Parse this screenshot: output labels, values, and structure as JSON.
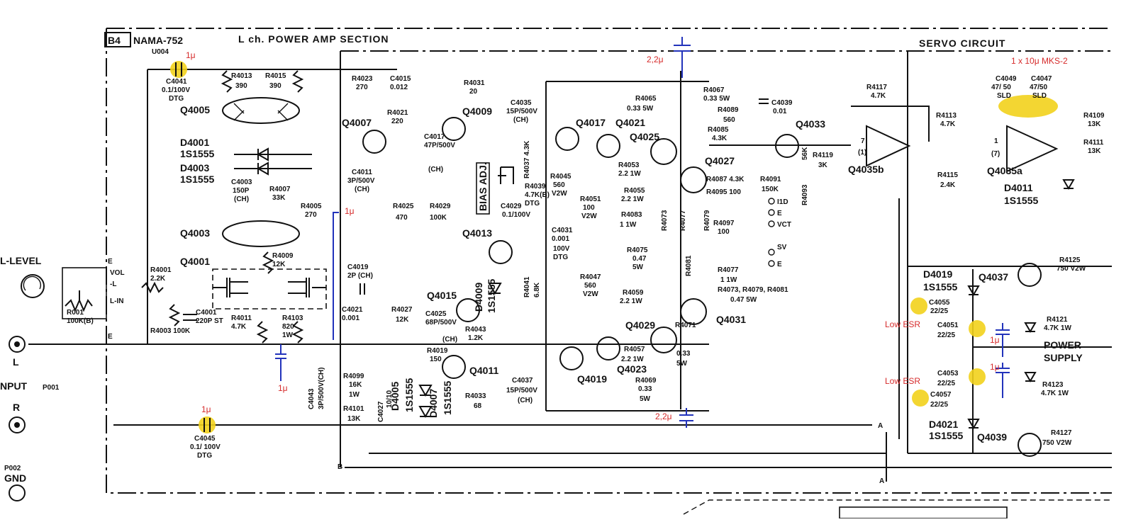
{
  "header": {
    "sheet_id": "B4",
    "board": "NAMA-752",
    "section": "L ch. POWER AMP SECTION",
    "ref": "U004"
  },
  "annotations": {
    "c4041_mod": "1μ",
    "c4045_mod": "1μ",
    "mod_1u_a": "1μ",
    "mod_1u_b": "1μ",
    "mod_1u_c": "1μ",
    "mod_1u_d": "1μ",
    "mod_2u2_top": "2,2μ",
    "mod_2u2_bottom": "2,2μ",
    "servo_cap": "1 x 10μ  MKS-2",
    "low_esr": "Low ESR",
    "highlight_color": "#f2d21c",
    "annotation_color": "#d62b2b",
    "added_wire_color": "#2233bb"
  },
  "input": {
    "level_label": "L-LEVEL",
    "term_e": "E",
    "term_vol": "VOL",
    "term_l": "-L",
    "term_lin": "L-IN",
    "jack_l": "L",
    "input_label": "NPUT",
    "input_ref": "P001",
    "jack_r": "R",
    "gnd_ref": "P002",
    "gnd_label": "GND"
  },
  "terminals": {
    "id": "I1D",
    "e": "E",
    "vct": "VCT",
    "sv": "SV"
  },
  "buses": {
    "a": "A",
    "b": "B"
  },
  "components": {
    "r001": "R001",
    "r001_value": "100K(B)",
    "r4001": "R4001",
    "r4001_value": "2.2K",
    "r4003": "R4003 100K",
    "c4001": "C4001",
    "c4001_value": "220P ST",
    "q4001": "Q4001",
    "r4009": "R4009",
    "r4009_value": "12K",
    "r4011": "R4011",
    "r4011_value": "4.7K",
    "r4103": "R4103",
    "r4103_value": "820",
    "r4103_power": "1W",
    "q4003": "Q4003",
    "q4005": "Q4005",
    "c4041": "C4041",
    "c4041_value": "0.1/100V",
    "c4041_type": "DTG",
    "r4013": "R4013",
    "r4013_value": "390",
    "r4015": "R4015",
    "r4015_value": "390",
    "d4001": "D4001",
    "d4001_part": "1S1555",
    "d4003": "D4003",
    "d4003_part": "1S1555",
    "c4003": "C4003",
    "c4003_value": "150P",
    "c4003_type": "(CH)",
    "r4007": "R4007",
    "r4007_value": "33K",
    "r4005": "R4005",
    "r4005_value": "270",
    "q4007": "Q4007",
    "q4009": "Q4009",
    "r4023": "R4023",
    "r4023_value": "270",
    "c4015": "C4015",
    "c4015_value": "0.012",
    "r4021": "R4021",
    "r4021_value": "220",
    "r4031": "R4031",
    "r4031_value": "20",
    "c4011": "C4011",
    "c4011_value": "3P/500V",
    "c4011_type": "(CH)",
    "c4017": "C4017",
    "c4017_value": "47P/500V",
    "c4017_type": "(CH)",
    "r4025": "R4025",
    "r4025_value": "470",
    "r4029": "R4029",
    "r4029_value": "100K",
    "c4019": "C4019",
    "c4019_value": "2P (CH)",
    "c4021": "C4021",
    "c4021_value": "0.001",
    "r4027": "R4027",
    "r4027_value": "12K",
    "bias_adj": "BIAS ADJ.",
    "r4037": "R4037 4.3K",
    "r4039": "R4039",
    "r4039_value": "4.7K(B)",
    "r4039_type": "DTG",
    "c4029": "C4029",
    "c4029_value": "0.1/100V",
    "q4013": "Q4013",
    "d4009": "D4009",
    "d4009_part": "1S1555",
    "r4041": "R4041",
    "r4041_value": "6.8K",
    "c4035": "C4035",
    "c4035_value": "15P/500V",
    "c4035_type": "(CH)",
    "c4031": "C4031",
    "c4031_value": "0.001",
    "c4031_volt": "100V",
    "c4031_type": "DTG",
    "q4015": "Q4015",
    "c4025": "C4025",
    "c4025_value": "68P/500V",
    "c4025_type": "(CH)",
    "r4043": "R4043",
    "r4043_value": "1.2K",
    "r4019": "R4019",
    "r4019_value": "150",
    "q4011": "Q4011",
    "d4005": "D4005",
    "d4005_part": "1S1555",
    "d4007": "D4007",
    "d4007_part": "1S1555",
    "r4033": "R4033",
    "r4033_value": "68",
    "c4043": "C4043",
    "c4043_value": "3P/500V(CH)",
    "r4099": "R4099",
    "r4099_value": "16K",
    "r4099_power": "1W",
    "r4101": "R4101",
    "r4101_value": "13K",
    "c4027": "C4027",
    "c4027_value": "10/10",
    "q4017": "Q4017",
    "q4021": "Q4021",
    "q4025": "Q4025",
    "r4045": "R4045",
    "r4045_value": "560",
    "r4045_power": "V2W",
    "r4051": "R4051",
    "r4051_value": "100",
    "r4051_power": "V2W",
    "r4053": "R4053",
    "r4053_value": "2.2  1W",
    "r4055": "R4055",
    "r4055_value": "2.2  1W",
    "r4083": "R4083",
    "r4083_value": "1  1W",
    "r4065": "R4065",
    "r4065_value": "0.33  5W",
    "r4067": "R4067",
    "r4067_value": "0.33  5W",
    "r4089": "R4089",
    "r4089_value": "560",
    "r4085": "R4085",
    "r4085_value": "4.3K",
    "c4039": "C4039",
    "c4039_value": "0.01",
    "q4027": "Q4027",
    "r4087": "R4087 4.3K",
    "r4095": "R4095  100",
    "r4091": "R4091",
    "r4091_value": "150K",
    "r4073": "R4073",
    "r4077": "R4077",
    "r4079": "R4079",
    "r4097": "R4097",
    "r4097_value": "100",
    "r4081": "R4081",
    "r4075": "R4075",
    "r4075_value": "0.47",
    "r4075_power": "5W",
    "r4077_value": "1  1W",
    "group_note": "R4073, R4079, R4081",
    "group_value": "0.47   5W",
    "r4047": "R4047",
    "r4047_value": "560",
    "r4047_power": "V2W",
    "r4059": "R4059",
    "r4059_value": "2.2  1W",
    "q4031": "Q4031",
    "q4029": "Q4029",
    "q4019": "Q4019",
    "q4023": "Q4023",
    "r4057": "R4057",
    "r4057_value": "2.2  1W",
    "r4071": "R4071",
    "r4071_value": "0.33",
    "r4071_power": "5W",
    "r4069": "R4069",
    "r4069_value": "0.33",
    "r4069_power": "5W",
    "c4037": "C4037",
    "c4037_value": "15P/500V",
    "c4037_type": "(CH)",
    "c4045": "C4045",
    "c4045_value": "0.1/ 100V",
    "c4045_type": "DTG",
    "q4033": "Q4033"
  },
  "servo": {
    "title": "SERVO CIRCUIT",
    "q4035b": "Q4035b",
    "q4035a": "Q4035a",
    "pin7": "7",
    "pin1p": "(1)",
    "pin7p": "(7)",
    "pin1": "1",
    "r4117": "R4117",
    "r4117_value": "4.7K",
    "r4113": "R4113",
    "r4113_value": "4.7K",
    "r4119": "R4119",
    "r4119_value": "3K",
    "r4115": "R4115",
    "r4115_value": "2.4K",
    "r4093": "R4093",
    "r4093_value": "56K",
    "c4049": "C4049",
    "c4047": "C4047",
    "c4049_value": "47/ 50",
    "c4047_value": "47/50",
    "c4049_type": "SLD",
    "c4047_type": "SLD",
    "r4109": "R4109",
    "r4109_value": "13K",
    "r4111": "R4111",
    "r4111_value": "13K",
    "d4011": "D4011",
    "d4011_part": "1S1555"
  },
  "power": {
    "d4019": "D4019",
    "d4019_part": "1S1555",
    "q4037": "Q4037",
    "r4125": "R4125",
    "r4125_value": "750 V2W",
    "c4055": "C4055",
    "c4055_value": "22/25",
    "c4051": "C4051",
    "c4051_value": "22/25",
    "r4121": "R4121",
    "r4121_value": "4.7K  1W",
    "label_power": "POWER",
    "label_supply": "SUPPLY",
    "c4053": "C4053",
    "c4053_value": "22/25",
    "c4057": "C4057",
    "c4057_value": "22/25",
    "r4123": "R4123",
    "r4123_value": "4.7K  1W",
    "d4021": "D4021",
    "d4021_part": "1S1555",
    "q4039": "Q4039",
    "r4127": "R4127",
    "r4127_value": "750 V2W"
  }
}
